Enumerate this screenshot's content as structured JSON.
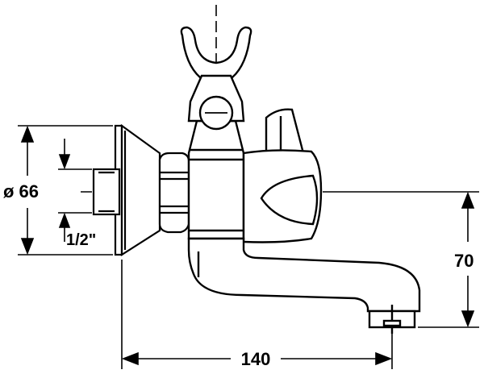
{
  "dimensions": {
    "diameter": "ø 66",
    "thread": "1/2\"",
    "height": "70",
    "length": "140"
  },
  "colors": {
    "line": "#000000",
    "background": "#ffffff"
  }
}
